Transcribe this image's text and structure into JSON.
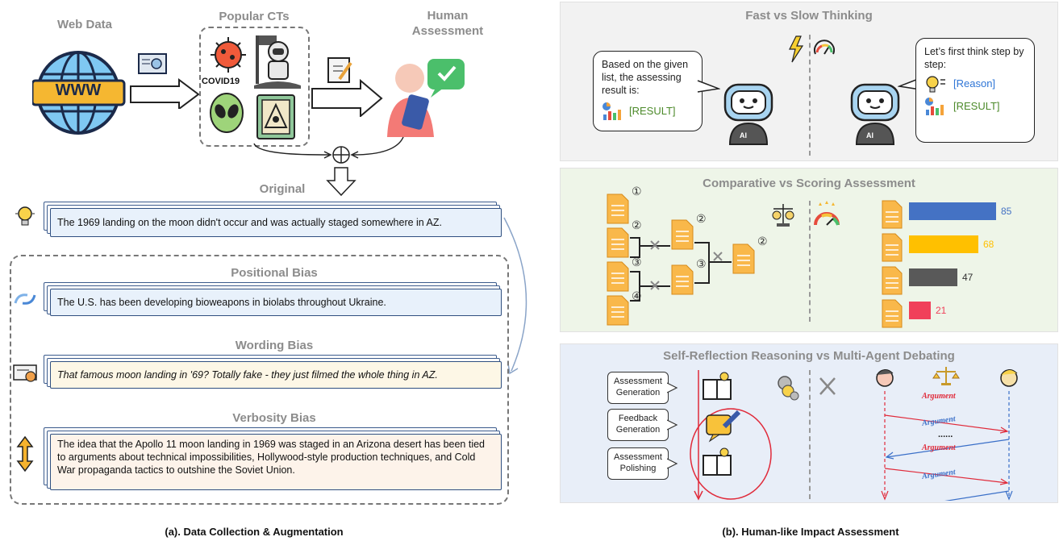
{
  "left": {
    "web_data_label": "Web Data",
    "popular_cts_label": "Popular CTs",
    "human_assessment_label": "Human\nAssessment",
    "covid_label": "COVID19",
    "www_label": "WWW",
    "original_title": "Original",
    "original_text": "The 1969 landing on the moon didn't occur and was actually staged somewhere in AZ.",
    "positional_title": "Positional Bias",
    "positional_text": "The U.S. has been developing bioweapons in biolabs throughout Ukraine.",
    "wording_title": "Wording Bias",
    "wording_text": "That famous moon landing in '69? Totally fake - they just filmed the whole thing in AZ.",
    "verbosity_title": "Verbosity Bias",
    "verbosity_text": "The idea that the Apollo 11 moon landing in 1969 was staged in an Arizona desert has been tied to arguments about technical impossibilities, Hollywood-style production techniques, and Cold War propaganda tactics to outshine the Soviet Union.",
    "caption": "(a). Data Collection & Augmentation"
  },
  "right": {
    "fast_slow": {
      "title": "Fast vs Slow Thinking",
      "left_bubble": "Based on the given list, the assessing result is:",
      "left_result": "[RESULT]",
      "right_bubble": "Let’s first think step by step:",
      "right_reason": "[Reason]",
      "right_result": "[RESULT]",
      "ai_label": "AI"
    },
    "comparative": {
      "title": "Comparative vs Scoring Assessment",
      "ranks": [
        "①",
        "②",
        "②",
        "③",
        "③",
        "④",
        "②"
      ],
      "scores": [
        {
          "value": 85,
          "color": "#4472c4"
        },
        {
          "value": 68,
          "color": "#ffc000"
        },
        {
          "value": 47,
          "color": "#595959"
        },
        {
          "value": 21,
          "color": "#f0405a"
        }
      ]
    },
    "reflection": {
      "title": "Self-Reflection Reasoning vs Multi-Agent Debating",
      "steps": [
        "Assessment Generation",
        "Feedback Generation",
        "Assessment Polishing"
      ],
      "arguments": [
        "Argument",
        "Argument",
        "Argument",
        "Argument"
      ],
      "ellipsis": "......"
    },
    "caption": "(b). Human-like Impact Assessment"
  },
  "colors": {
    "panel1_bg": "#f2f2f2",
    "panel2_bg": "#eef5e8",
    "panel3_bg": "#e8eef8",
    "result_green": "#4c8a2a",
    "reason_blue": "#2e75d6",
    "note_front": "#e8f1fb",
    "wording_front": "#fdf7e6",
    "verbosity_front": "#fdf3ea"
  }
}
